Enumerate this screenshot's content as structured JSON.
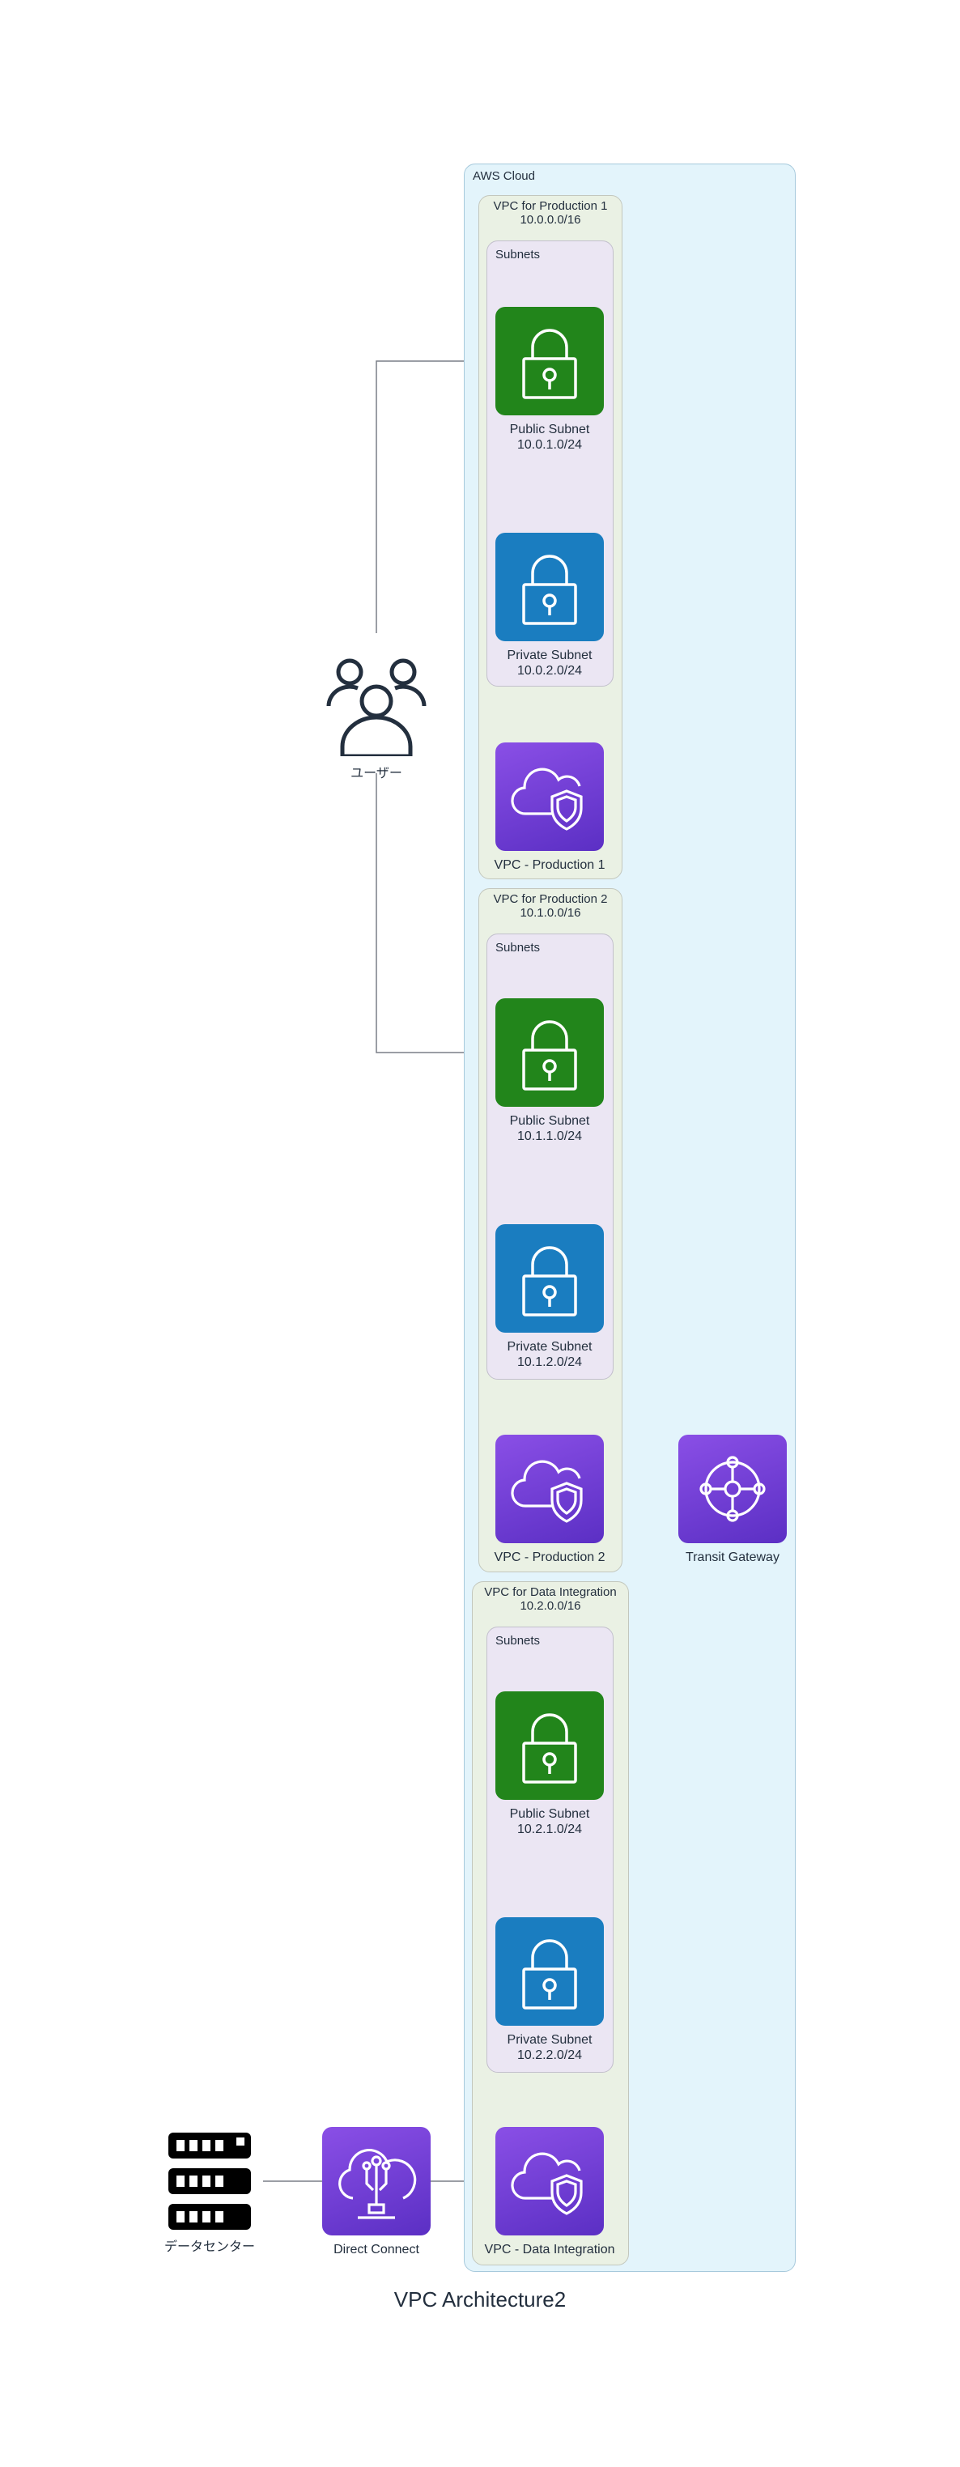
{
  "diagram": {
    "title": "VPC Architecture2",
    "aws_cloud_label": "AWS Cloud",
    "subnets_label": "Subnets",
    "vpcs": [
      {
        "group_label": "VPC for Production 1",
        "cidr": "10.0.0.0/16",
        "public_subnet": {
          "label": "Public Subnet",
          "cidr": "10.0.1.0/24"
        },
        "private_subnet": {
          "label": "Private Subnet",
          "cidr": "10.0.2.0/24"
        },
        "vpc_icon_label": "VPC - Production 1"
      },
      {
        "group_label": "VPC for Production 2",
        "cidr": "10.1.0.0/16",
        "public_subnet": {
          "label": "Public Subnet",
          "cidr": "10.1.1.0/24"
        },
        "private_subnet": {
          "label": "Private Subnet",
          "cidr": "10.1.2.0/24"
        },
        "vpc_icon_label": "VPC - Production 2"
      },
      {
        "group_label": "VPC for Data Integration",
        "cidr": "10.2.0.0/16",
        "public_subnet": {
          "label": "Public Subnet",
          "cidr": "10.2.1.0/24"
        },
        "private_subnet": {
          "label": "Private Subnet",
          "cidr": "10.2.2.0/24"
        },
        "vpc_icon_label": "VPC - Data Integration"
      }
    ],
    "users_label": "ユーザー",
    "transit_gateway_label": "Transit Gateway",
    "direct_connect_label": "Direct Connect",
    "datacenter_label": "データセンター",
    "colors": {
      "public_subnet": "#22851b",
      "private_subnet": "#1a7dc0",
      "vpc_icon": "#6b3fd4",
      "cloud_bg": "#e3f4fb",
      "vpc_bg": "#eaf1e4",
      "subnets_bg": "#ebe6f3",
      "tgw_link": "#c0504d"
    }
  }
}
